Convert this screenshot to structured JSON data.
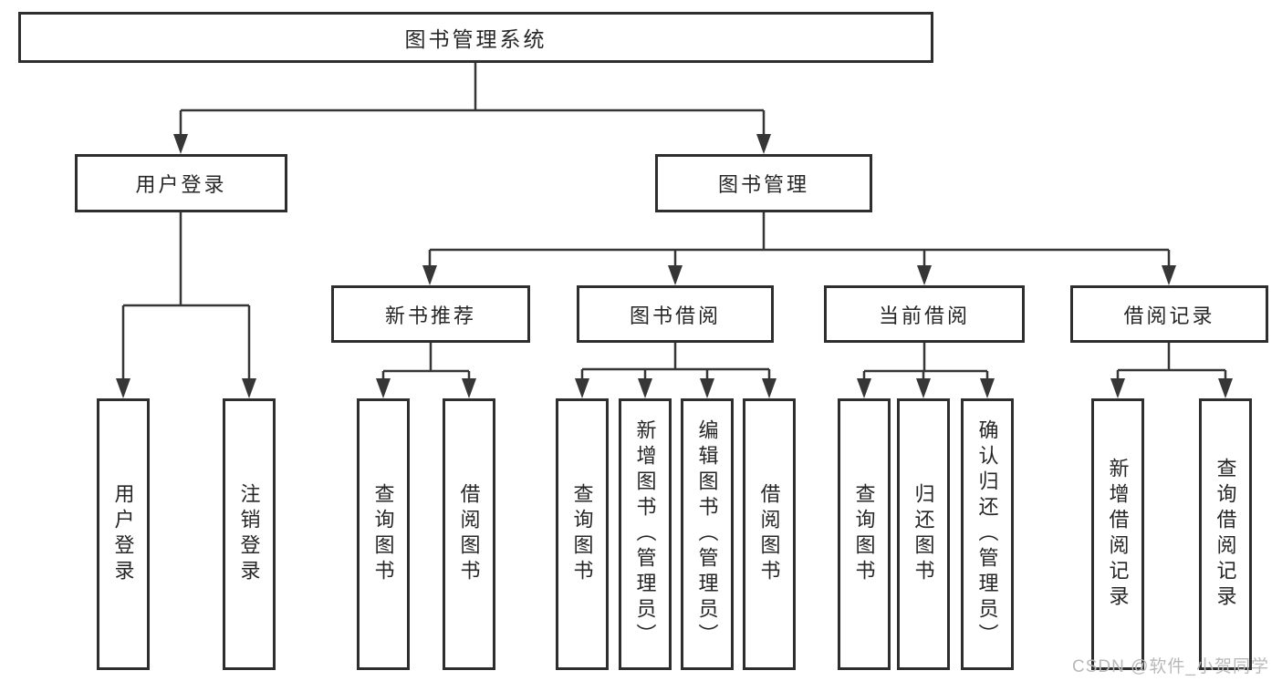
{
  "diagram": {
    "root": {
      "label": "图书管理系统"
    },
    "branches": [
      {
        "label": "用户登录",
        "children": [
          {
            "label": "用户登录"
          },
          {
            "label": "注销登录"
          }
        ]
      },
      {
        "label": "图书管理",
        "groups": [
          {
            "label": "新书推荐",
            "children": [
              {
                "label": "查询图书"
              },
              {
                "label": "借阅图书"
              }
            ]
          },
          {
            "label": "图书借阅",
            "children": [
              {
                "label": "查询图书"
              },
              {
                "label": "新增图书（管理员）"
              },
              {
                "label": "编辑图书（管理员）"
              },
              {
                "label": "借阅图书"
              }
            ]
          },
          {
            "label": "当前借阅",
            "children": [
              {
                "label": "查询图书"
              },
              {
                "label": "归还图书"
              },
              {
                "label": "确认归还（管理员）"
              }
            ]
          },
          {
            "label": "借阅记录",
            "children": [
              {
                "label": "新增借阅记录"
              },
              {
                "label": "查询借阅记录"
              }
            ]
          }
        ]
      }
    ]
  },
  "watermark": {
    "text": "CSDN @软件_小贺同学",
    "color": "#b9b9b9"
  },
  "colors": {
    "line": "#363636",
    "box_border": "#2e2e2e",
    "box_background": "#ffffff",
    "text": "#262626",
    "page_background": "#ffffff"
  }
}
